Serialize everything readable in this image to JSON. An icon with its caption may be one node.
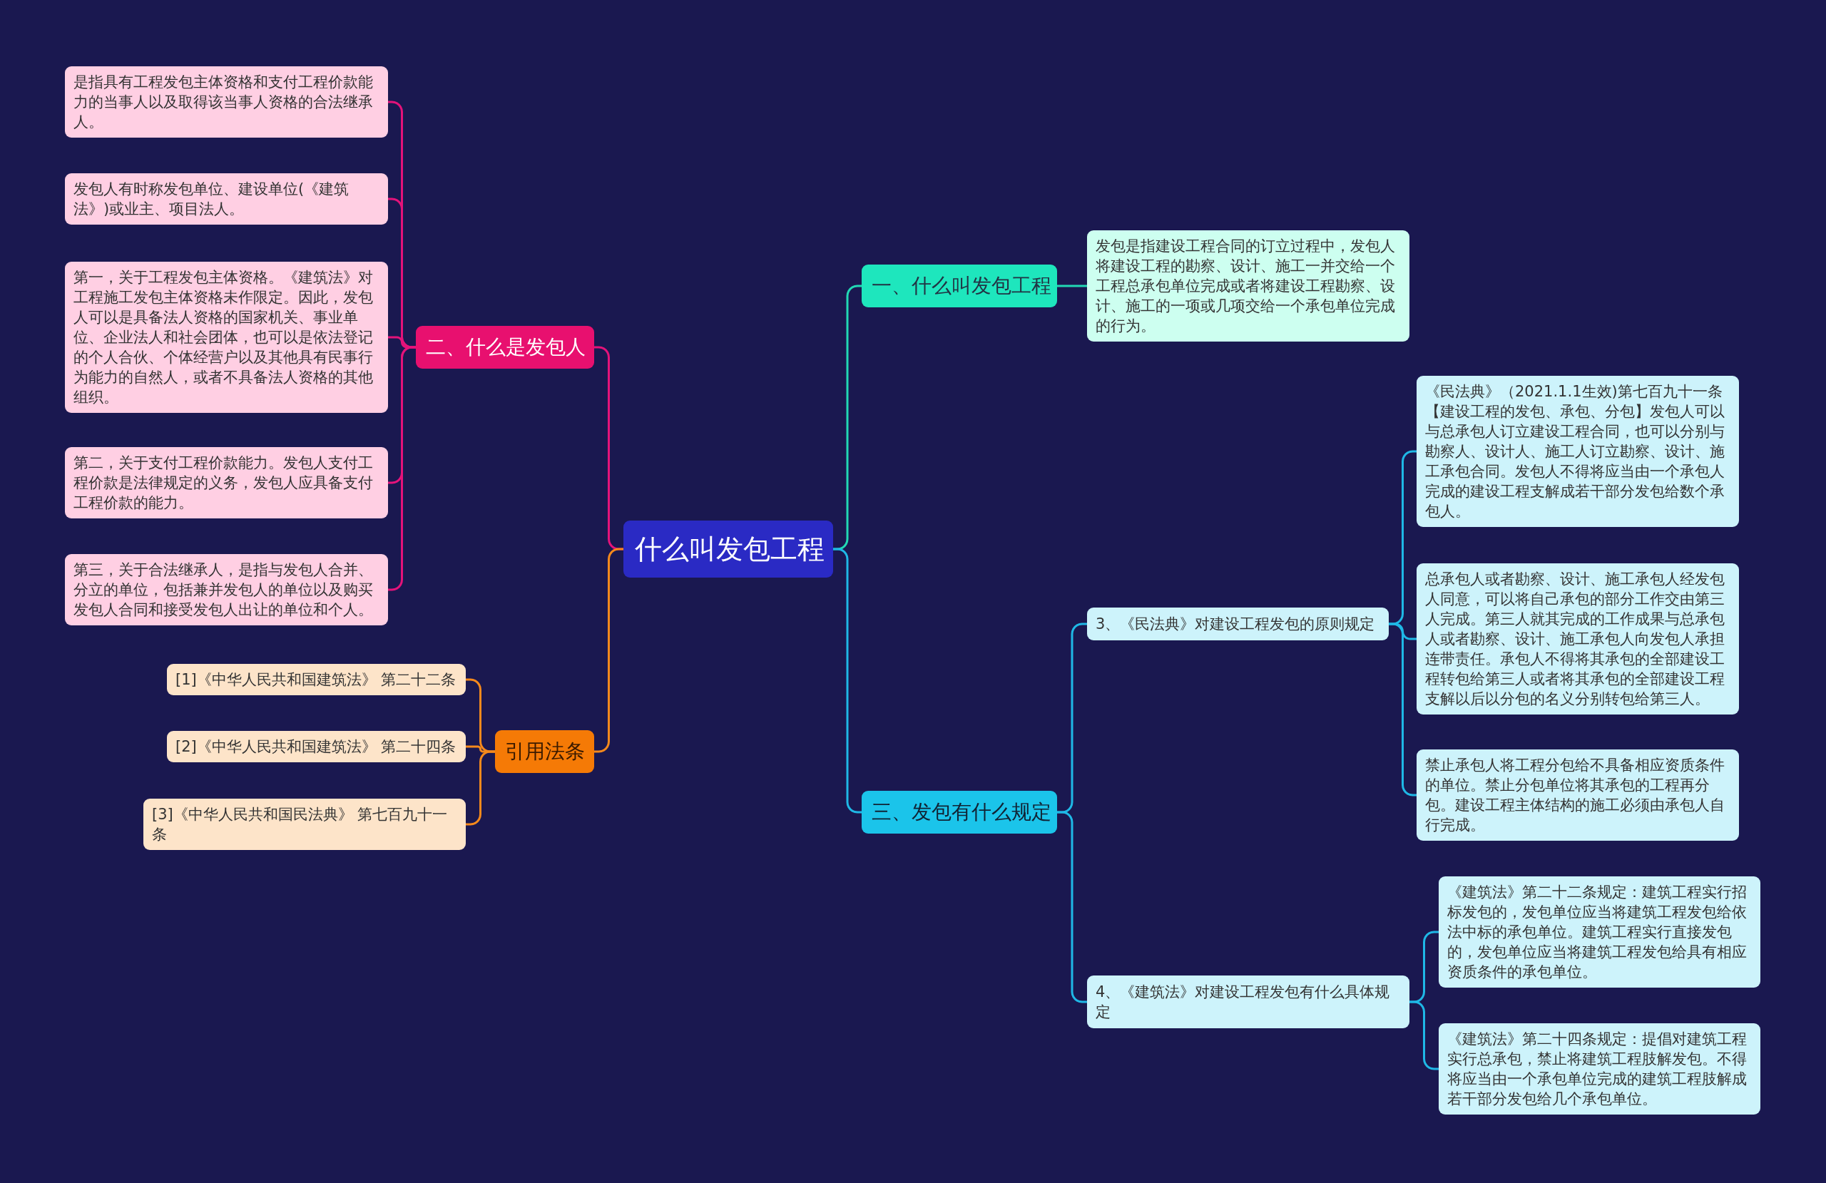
{
  "diagram": {
    "nodes": [
      {
        "text": [
          "什么叫发包工程"
        ]
      },
      {
        "text": [
          "一、什么叫发包工程"
        ]
      },
      {
        "text": [
          "发包是指建设工程合同的订立过程中，发包人将建设工程的勘察、设计、施工一并交给一个工程总承包单位完成或者将建设工程勘察、设计、施工的一项或几项交给一个承包单位完成的行为。"
        ]
      },
      {
        "text": [
          "二、什么是发包人"
        ]
      },
      {
        "text": [
          "是指具有工程发包主体资格和支付工程价款能力的当事人以及取得该当事人资格的合法继承人。"
        ]
      },
      {
        "text": [
          "发包人有时称发包单位、建设单位(《建筑法》)或业主、项目法人。"
        ]
      },
      {
        "text": [
          "第一，关于工程发包主体资格。《建筑法》对工程施工发包主体资格未作限定。因此，发包人可以是具备法人资格的国家机关、事业单位、企业法人和社会团体，也可以是依法登记的个人合伙、个体经营户以及其他具有民事行为能力的自然人，或者不具备法人资格的其他组织。"
        ]
      },
      {
        "text": [
          "第二，关于支付工程价款能力。发包人支付工程价款是法律规定的义务，发包人应具备支付工程价款的能力。"
        ]
      },
      {
        "text": [
          "第三，关于合法继承人，是指与发包人合并、分立的单位，包括兼并发包人的单位以及购买发包人合同和接受发包人出让的单位和个人。"
        ]
      },
      {
        "text": [
          "引用法条"
        ]
      },
      {
        "text": [
          "[1]《中华人民共和国建筑法》 第二十二条"
        ]
      },
      {
        "text": [
          "[2]《中华人民共和国建筑法》 第二十四条"
        ]
      },
      {
        "text": [
          "[3]《中华人民共和国民法典》 第七百九十一条"
        ]
      },
      {
        "text": [
          "三、发包有什么规定"
        ]
      },
      {
        "text": [
          "3、《民法典》对建设工程发包的原则规定"
        ]
      },
      {
        "text": [
          "《民法典》（2021.1.1生效)第七百九十一条【建设工程的发包、承包、分包】发包人可以与总承包人订立建设工程合同，也可以分别与勘察人、设计人、施工人订立勘察、设计、施工承包合同。发包人不得将应当由一个承包人完成的建设工程支解成若干部分发包给数个承包人。"
        ]
      },
      {
        "text": [
          "总承包人或者勘察、设计、施工承包人经发包人同意，可以将自己承包的部分工作交由第三人完成。第三人就其完成的工作成果与总承包人或者勘察、设计、施工承包人向发包人承担连带责任。承包人不得将其承包的全部建设工程转包给第三人或者将其承包的全部建设工程支解以后以分包的名义分别转包给第三人。"
        ]
      },
      {
        "text": [
          "禁止承包人将工程分包给不具备相应资质条件的单位。禁止分包单位将其承包的工程再分包。建设工程主体结构的施工必须由承包人自行完成。"
        ]
      },
      {
        "text": [
          "4、《建筑法》对建设工程发包有什么具体规定"
        ]
      },
      {
        "text": [
          "《建筑法》第二十二条规定：建筑工程实行招标发包的，发包单位应当将建筑工程发包给依法中标的承包单位。建筑工程实行直接发包的，发包单位应当将建筑工程发包给具有相应资质条件的承包单位。"
        ]
      },
      {
        "text": [
          "《建筑法》第二十四条规定：提倡对建筑工程实行总承包，禁止将建筑工程肢解发包。不得将应当由一个承包单位完成的建筑工程肢解成若干部分发包给几个承包单位。"
        ]
      }
    ],
    "edges": [
      {
        "from": 0,
        "to": 1,
        "arrow": "none",
        "color": "#22d8b4"
      },
      {
        "from": 1,
        "to": 2,
        "arrow": "none",
        "color": "#22d8b4"
      },
      {
        "from": 0,
        "to": 3,
        "arrow": "none",
        "color": "#e4137a"
      },
      {
        "from": 3,
        "to": 4,
        "arrow": "none",
        "color": "#e4137a"
      },
      {
        "from": 3,
        "to": 5,
        "arrow": "none",
        "color": "#e4137a"
      },
      {
        "from": 3,
        "to": 6,
        "arrow": "none",
        "color": "#e4137a"
      },
      {
        "from": 3,
        "to": 7,
        "arrow": "none",
        "color": "#e4137a"
      },
      {
        "from": 3,
        "to": 8,
        "arrow": "none",
        "color": "#e4137a"
      },
      {
        "from": 0,
        "to": 9,
        "arrow": "none",
        "color": "#f5891c"
      },
      {
        "from": 9,
        "to": 10,
        "arrow": "none",
        "color": "#f5891c"
      },
      {
        "from": 9,
        "to": 11,
        "arrow": "none",
        "color": "#f5891c"
      },
      {
        "from": 9,
        "to": 12,
        "arrow": "none",
        "color": "#f5891c"
      },
      {
        "from": 0,
        "to": 13,
        "arrow": "none"
      },
      {
        "from": 13,
        "to": 14,
        "arrow": "none"
      },
      {
        "from": 14,
        "to": 15,
        "arrow": "none"
      },
      {
        "from": 14,
        "to": 16,
        "arrow": "none"
      },
      {
        "from": 14,
        "to": 17,
        "arrow": "none"
      },
      {
        "from": 13,
        "to": 18,
        "arrow": "none"
      },
      {
        "from": 18,
        "to": 19,
        "arrow": "none"
      },
      {
        "from": 18,
        "to": 20,
        "arrow": "none"
      }
    ]
  }
}
